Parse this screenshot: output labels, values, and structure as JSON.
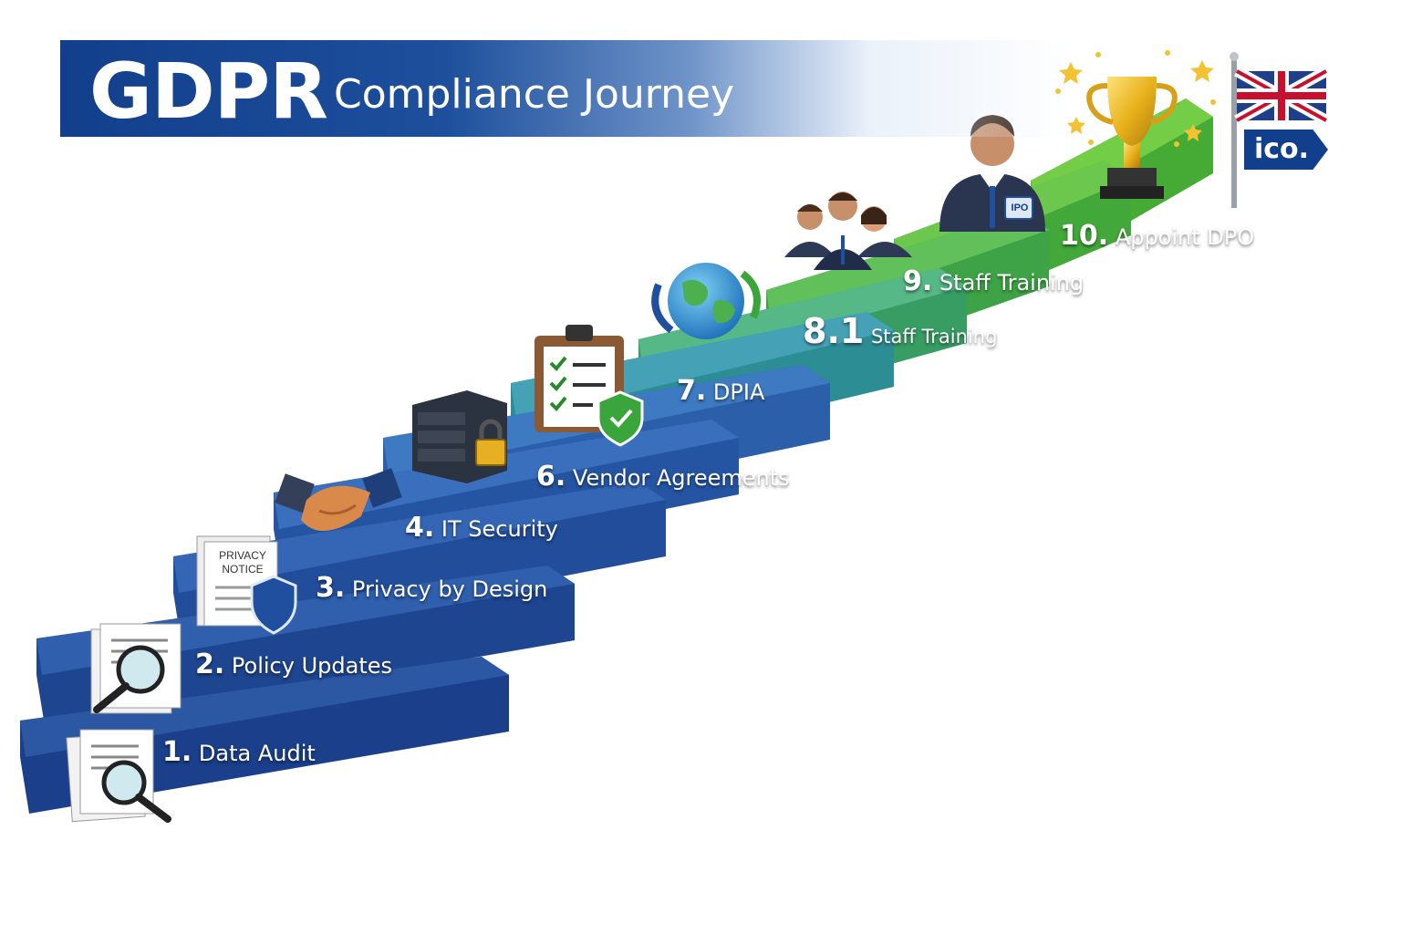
{
  "title": {
    "main": "GDPR",
    "sub": "Compliance Journey"
  },
  "steps": [
    {
      "num": "1.",
      "label": "Data Audit"
    },
    {
      "num": "2.",
      "label": "Policy Updates"
    },
    {
      "num": "3.",
      "label": "Privacy by Design"
    },
    {
      "num": "4.",
      "label": "IT Security"
    },
    {
      "num": "6.",
      "label": "Vendor Agreements"
    },
    {
      "num": "7.",
      "label": "DPIA"
    },
    {
      "num": "8.1",
      "label": "Staff Training"
    },
    {
      "num": "9.",
      "label": "Staff Training"
    },
    {
      "num": "10.",
      "label": "Appoint DPO"
    }
  ],
  "icons": {
    "step1": "document-magnifier-icon",
    "step2": "document-magnifier-icon",
    "step3": "privacy-notice-shield-icon",
    "step4": "handshake-icon",
    "step5": "server-lock-icon",
    "step6": "clipboard-checklist-shield-icon",
    "step7": "globe-arrows-icon",
    "step8": "staff-group-icon",
    "step9": "dpo-person-icon",
    "step10": "trophy-icon",
    "flag": "union-jack-flag-icon"
  },
  "privacy_notice_text": "PRIVACY\nNOTICE",
  "dpo_badge_text": "IPO",
  "ico_sign_text": "ico.",
  "colors": {
    "banner": "#123f8c",
    "stair_blue": "#1f4f9e",
    "stair_teal": "#2f9a8a",
    "stair_green": "#4aae3c",
    "trophy": "#e8b21c",
    "text": "#ffffff"
  }
}
